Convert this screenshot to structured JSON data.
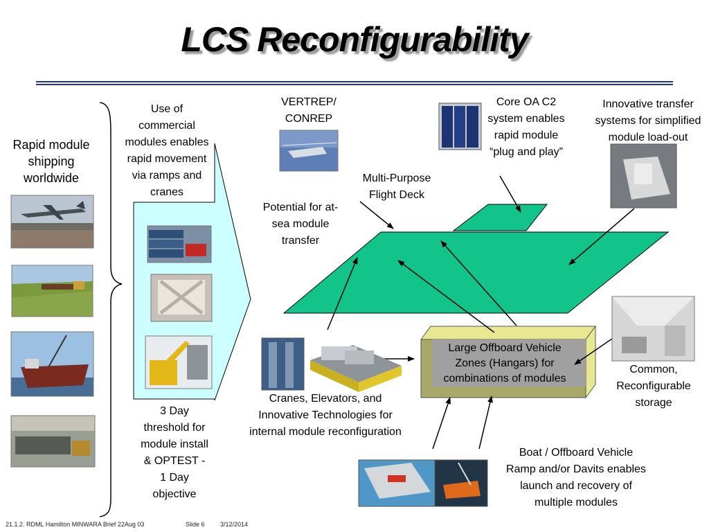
{
  "title": "LCS Reconfigurability",
  "shipping": {
    "lines": [
      "Rapid module",
      "shipping",
      "worldwide"
    ]
  },
  "commercial": {
    "lines": [
      "Use of",
      "commercial",
      "modules enables",
      "rapid movement",
      "via ramps and",
      "cranes"
    ]
  },
  "threshold": {
    "lines": [
      "3 Day",
      "threshold for",
      "module install",
      "& OPTEST -",
      "1 Day",
      "objective"
    ]
  },
  "vertrep": {
    "lines": [
      "VERTREP/",
      "CONREP"
    ]
  },
  "flight_deck": {
    "lines": [
      "Multi-Purpose",
      "Flight Deck"
    ]
  },
  "potential": {
    "lines": [
      "Potential for at-",
      "sea module",
      "transfer"
    ]
  },
  "core_oa": {
    "lines": [
      "Core OA C2",
      "system enables",
      "rapid module",
      "“plug and play”"
    ]
  },
  "innovative_transfer": {
    "lines": [
      "Innovative transfer",
      "systems for simplified",
      "module load-out"
    ]
  },
  "hangar": {
    "lines": [
      "Large Offboard Vehicle",
      "Zones (Hangars) for",
      "combinations of modules"
    ]
  },
  "storage": {
    "lines": [
      "Common,",
      "Reconfigurable",
      "storage"
    ]
  },
  "cranes": {
    "lines": [
      "Cranes, Elevators, and",
      "Innovative Technologies for",
      "internal module reconfiguration"
    ]
  },
  "boat": {
    "lines": [
      "Boat / Offboard Vehicle",
      "Ramp and/or Davits enables",
      "launch and recovery of",
      "multiple modules"
    ]
  },
  "footer": {
    "brief": "21.1.2. RDML Hamilton MINWARA Brief 22Aug 03",
    "slide": "Slide 6",
    "date": "3/12/2014"
  },
  "colors": {
    "deck": "#12c48a",
    "arrow_panel": "#ccffff",
    "hangar_face": "#a8a868",
    "hangar_side": "#e8e890",
    "rule": "#1f2fb0"
  }
}
